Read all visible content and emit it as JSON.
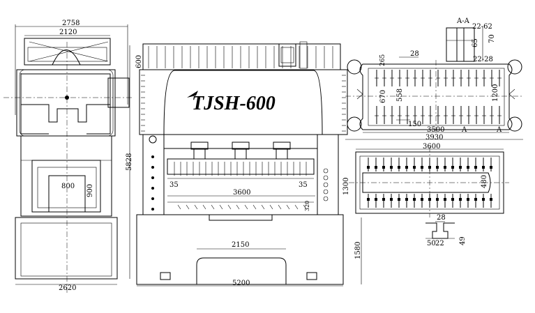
{
  "brand": "TJSH-600",
  "side_view": {
    "overall_depth": "2758",
    "upper_depth": "2120",
    "bolster_w": "800",
    "bolster_h": "900",
    "base_depth": "2620"
  },
  "front_view": {
    "top_offset": "600",
    "overall_height": "5828",
    "left_clear": "35",
    "right_clear": "35",
    "bolster_length": "3600",
    "stroke": "320",
    "base_inner": "2150",
    "base_height": "1580",
    "base_width": "5200"
  },
  "slide_plan": {
    "section_label": "A-A",
    "d1": "22-62",
    "d2": "70",
    "d3": "65",
    "d4": "22-28",
    "slot_pitch": "28",
    "edge": "265",
    "inner_w": "670",
    "inner_w2": "558",
    "depth": "1200",
    "spacing": "150",
    "length": "3500",
    "overall_length": "3930",
    "section_mark_left": "A",
    "section_mark_right": "A"
  },
  "bolster_plan": {
    "length": "3600",
    "depth": "1300",
    "slot_w": "480"
  },
  "t_slot": {
    "top": "28",
    "width": "50",
    "depth": "22",
    "height": "49"
  }
}
